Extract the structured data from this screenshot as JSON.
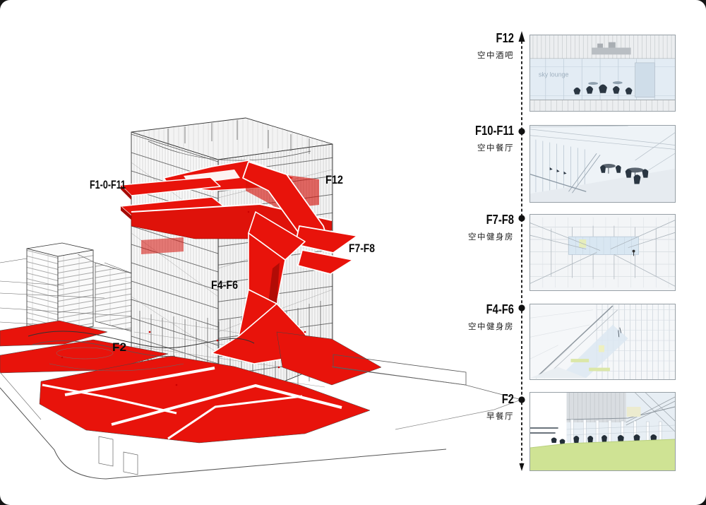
{
  "drawing": {
    "labels": {
      "f10_f11": "F1-0-F11",
      "f12": "F12",
      "f7_f8": "F7-F8",
      "f4_f6": "F4-F6",
      "f2": "F2"
    }
  },
  "timeline": {
    "stops": [
      {
        "floor": "F12",
        "use": "空中酒吧",
        "thumb_text": "sky lounge"
      },
      {
        "floor": "F10-F11",
        "use": "空中餐厅"
      },
      {
        "floor": "F7-F8",
        "use": "空中健身房"
      },
      {
        "floor": "F4-F6",
        "use": "空中健身房"
      },
      {
        "floor": "F2",
        "use": "早餐厅"
      }
    ]
  },
  "colors": {
    "highlight_red": "#e8130b",
    "pale_blue": "#dfe9f2",
    "lawn_green": "#cfe394"
  }
}
